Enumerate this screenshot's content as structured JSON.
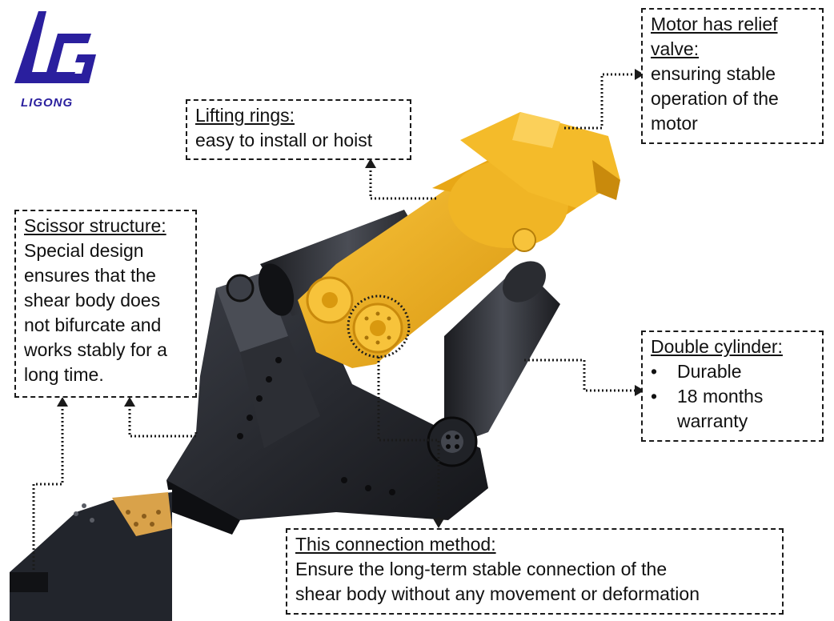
{
  "brand": {
    "name": "LIGONG",
    "color": "#2a1f9e"
  },
  "callouts": {
    "motor": {
      "heading": "Motor has relief valve:",
      "lines": [
        "ensuring stable",
        "operation of the",
        "motor"
      ]
    },
    "lifting": {
      "heading": "Lifting rings:",
      "lines": [
        "easy to install or hoist"
      ]
    },
    "scissor": {
      "heading": "Scissor structure:",
      "lines": [
        "Special design",
        "ensures that the",
        "shear body does",
        "not bifurcate and",
        "works stably for a",
        "long time."
      ]
    },
    "cylinder": {
      "heading": "Double cylinder:",
      "bullets": [
        "Durable",
        "18 months warranty"
      ]
    },
    "connection": {
      "heading": "This connection method:",
      "lines": [
        "Ensure the long-term stable connection of the",
        "shear body without any movement or deformation"
      ]
    }
  },
  "colors": {
    "machine_yellow": "#f2b31c",
    "machine_dark": "#23252b",
    "leader": "#1a1a1a"
  },
  "icons": {
    "logo": "ligong-logo-icon",
    "product": "hydraulic-shear-icon"
  }
}
